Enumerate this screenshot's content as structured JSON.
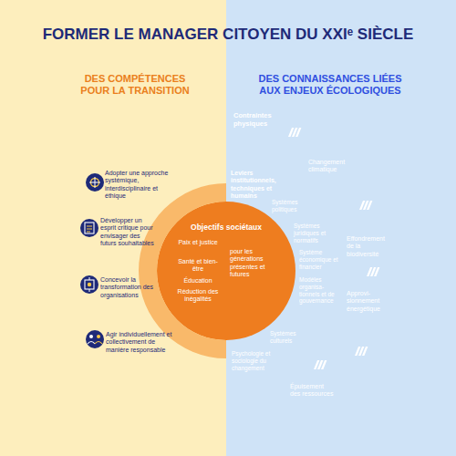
{
  "diagram": {
    "title": "FORMER LE MANAGER CITOYEN DU XXIᵉ SIÈCLE",
    "nodes": [
      {
        "text": [
          "DES COMPÉTENCES POUR LA TRANSITION"
        ]
      },
      {
        "text": [
          "Adopter une approche systémique, interdisciplinaire et éthique",
          "Développer un esprit critique pour envisager des futurs souhaitables",
          "Concevoir la transformation des organisations",
          "Agir individuellement et collectivement de manière responsable"
        ],
        "in": 0
      },
      {
        "text": [
          "DES CONNAISSANCES LIÉES AUX ENJEUX ÉCOLOGIQUES"
        ]
      },
      {
        "text": [
          "Contraintes physiques",
          "Changement climatique",
          "Effondrement de la biodiversité",
          "Approvi-sionnement énergétique",
          "Épuisement des ressources"
        ],
        "in": 2
      },
      {
        "text": [
          "Leviers institutionnels, techniques et humains",
          "Systèmes politiques",
          "Systèmes juridiques et normatifs",
          "Système économique et financier",
          "Modèles organisa-tionnels et de gouvernance",
          "Systèmes culturels",
          "Psychologie et sociologie du changement"
        ],
        "in": 3
      },
      {
        "text": [
          "Objectifs sociétaux",
          "Paix et justice",
          "Santé et bien-être",
          "Éducation",
          "Réduction des inégalités",
          "pour les générations présentes et futures"
        ]
      }
    ]
  }
}
